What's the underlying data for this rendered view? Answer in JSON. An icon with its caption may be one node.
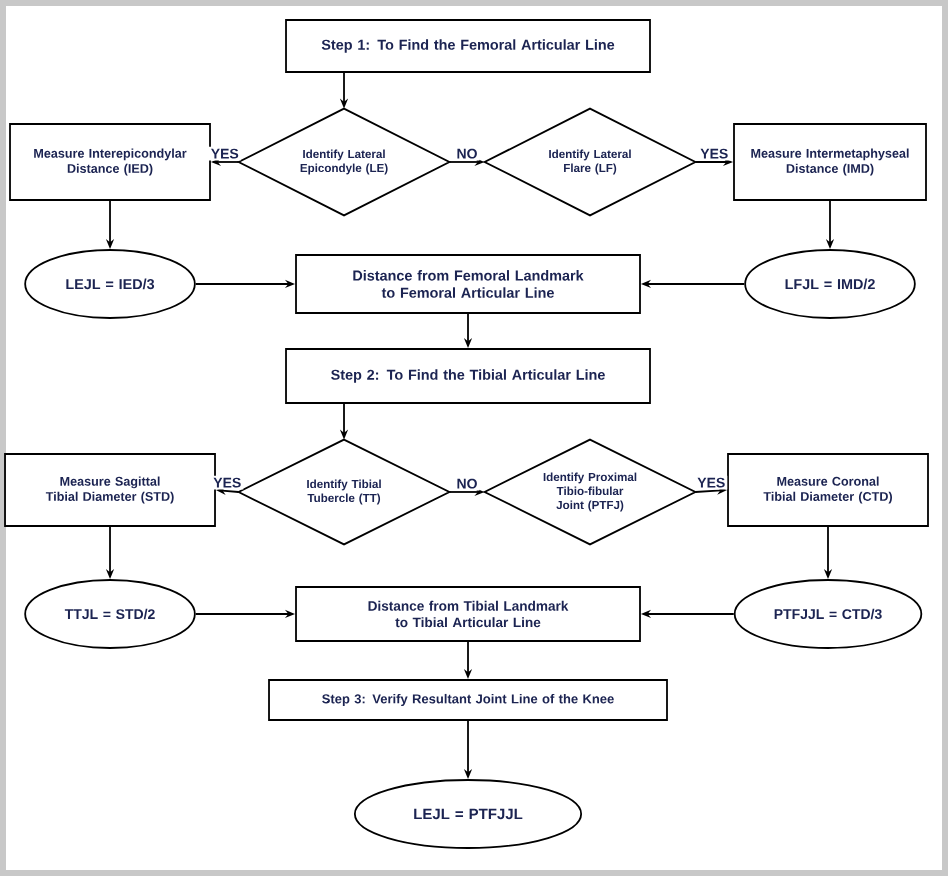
{
  "diagram": {
    "nodes": [
      {
        "text": [
          "Step 1: To Find the Femoral Articular Line"
        ]
      },
      {
        "text": [
          "Identify Lateral Epicondyle (LE)"
        ]
      },
      {
        "text": [
          "Measure Interepicondylar Distance (IED)"
        ]
      },
      {
        "text": [
          "Identify Lateral Flare (LF)"
        ]
      },
      {
        "text": [
          "Measure Intermetaphyseal Distance (IMD)"
        ]
      },
      {
        "text": [
          "LEJL = IED/3"
        ]
      },
      {
        "text": [
          "Distance from Femoral Landmark to Femoral Articular Line"
        ]
      },
      {
        "text": [
          "LFJL = IMD/2"
        ]
      },
      {
        "text": [
          "Step 2: To Find the Tibial Articular Line"
        ]
      },
      {
        "text": [
          "Identify Tibial Tubercle (TT)"
        ]
      },
      {
        "text": [
          "Measure Sagittal Tibial Diameter (STD)"
        ]
      },
      {
        "text": [
          "Identify Proximal Tibio-fibular Joint (PTFJ)"
        ]
      },
      {
        "text": [
          "Measure Coronal Tibial Diameter (CTD)"
        ]
      },
      {
        "text": [
          "TTJL = STD/2"
        ]
      },
      {
        "text": [
          "Distance from Tibial Landmark to Tibial Articular Line"
        ]
      },
      {
        "text": [
          "PTFJJL = CTD/3"
        ]
      },
      {
        "text": [
          "Step 3: Verify Resultant Joint Line of the Knee"
        ]
      },
      {
        "text": [
          "LEJL = PTFJJL"
        ]
      }
    ],
    "edges": [
      {
        "from": 0,
        "to": 1,
        "arrow": "to"
      },
      {
        "from": 1,
        "to": 2,
        "arrow": "to",
        "label": "YES"
      },
      {
        "from": 1,
        "to": 3,
        "arrow": "to",
        "label": "NO"
      },
      {
        "from": 3,
        "to": 4,
        "arrow": "to",
        "label": "YES"
      },
      {
        "from": 2,
        "to": 5,
        "arrow": "to"
      },
      {
        "from": 4,
        "to": 7,
        "arrow": "to"
      },
      {
        "from": 5,
        "to": 6,
        "arrow": "to"
      },
      {
        "from": 7,
        "to": 6,
        "arrow": "to"
      },
      {
        "from": 6,
        "to": 8,
        "arrow": "to"
      },
      {
        "from": 8,
        "to": 9,
        "arrow": "to"
      },
      {
        "from": 9,
        "to": 10,
        "arrow": "to",
        "label": "YES"
      },
      {
        "from": 9,
        "to": 11,
        "arrow": "to",
        "label": "NO"
      },
      {
        "from": 11,
        "to": 12,
        "arrow": "to",
        "label": "YES"
      },
      {
        "from": 10,
        "to": 13,
        "arrow": "to"
      },
      {
        "from": 12,
        "to": 15,
        "arrow": "to"
      },
      {
        "from": 13,
        "to": 14,
        "arrow": "to"
      },
      {
        "from": 15,
        "to": 14,
        "arrow": "to"
      },
      {
        "from": 14,
        "to": 16,
        "arrow": "to"
      },
      {
        "from": 16,
        "to": 17,
        "arrow": "to"
      }
    ]
  }
}
